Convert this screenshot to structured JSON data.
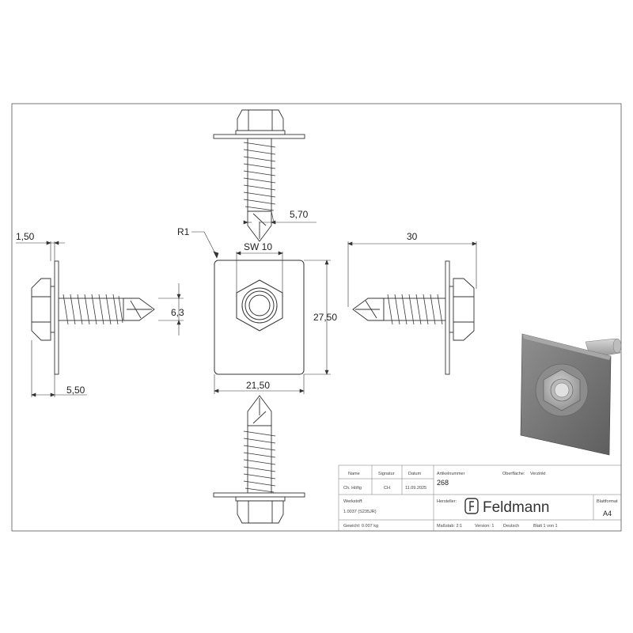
{
  "dimensions": {
    "washer_thickness": "1,50",
    "head_height": "5,50",
    "thread_diameter": "6,3",
    "drill_tip": "5,70",
    "corner_radius": "R1",
    "wrench_size": "SW 10",
    "plate_height": "27,50",
    "plate_width": "21,50",
    "screw_length": "30"
  },
  "title_block": {
    "h_name": "Name",
    "h_signatur": "Signatur",
    "h_datum": "Datum",
    "h_artikelnummer": "Artikelnummer",
    "artikelnummer": "268",
    "h_oberflaeche": "Oberfläche:",
    "oberflaeche": "Verzinkt",
    "name": "Ch. Höfig",
    "signatur": "CH",
    "datum": "11.09.2025",
    "h_werkstoff": "Werkstoff:",
    "werkstoff": "1.0037 (S235JR)",
    "h_hersteller": "Hersteller:",
    "brand": "Feldmann",
    "h_blattformat": "Blattformat",
    "blattformat": "A4",
    "gewicht": "Gewicht: 0.007 kg",
    "massstab": "Maßstab: 2:1",
    "version": "Version: 1",
    "sprache": "Deutsch",
    "blatt": "Blatt 1 von 1"
  }
}
